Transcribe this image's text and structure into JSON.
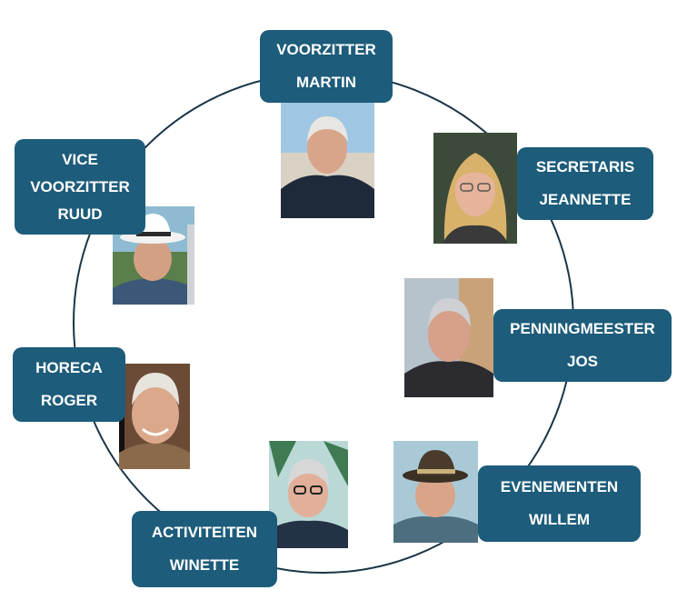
{
  "colors": {
    "box_fill": "#1d5c7a",
    "box_text": "#ffffff",
    "circle_stroke": "#1a3547",
    "background": "#ffffff"
  },
  "members": [
    {
      "id": "martin",
      "lines": [
        "VOORZITTER",
        "MARTIN"
      ]
    },
    {
      "id": "jeannette",
      "lines": [
        "SECRETARIS",
        "JEANNETTE"
      ]
    },
    {
      "id": "jos",
      "lines": [
        "PENNINGMEESTER",
        "JOS"
      ]
    },
    {
      "id": "willem",
      "lines": [
        "EVENEMENTEN",
        "WILLEM"
      ]
    },
    {
      "id": "winette",
      "lines": [
        "ACTIVITEITEN",
        "WINETTE"
      ]
    },
    {
      "id": "roger",
      "lines": [
        "HORECA",
        "ROGER"
      ]
    },
    {
      "id": "ruud",
      "lines": [
        "VICE",
        "VOORZITTER",
        "RUUD"
      ]
    }
  ]
}
